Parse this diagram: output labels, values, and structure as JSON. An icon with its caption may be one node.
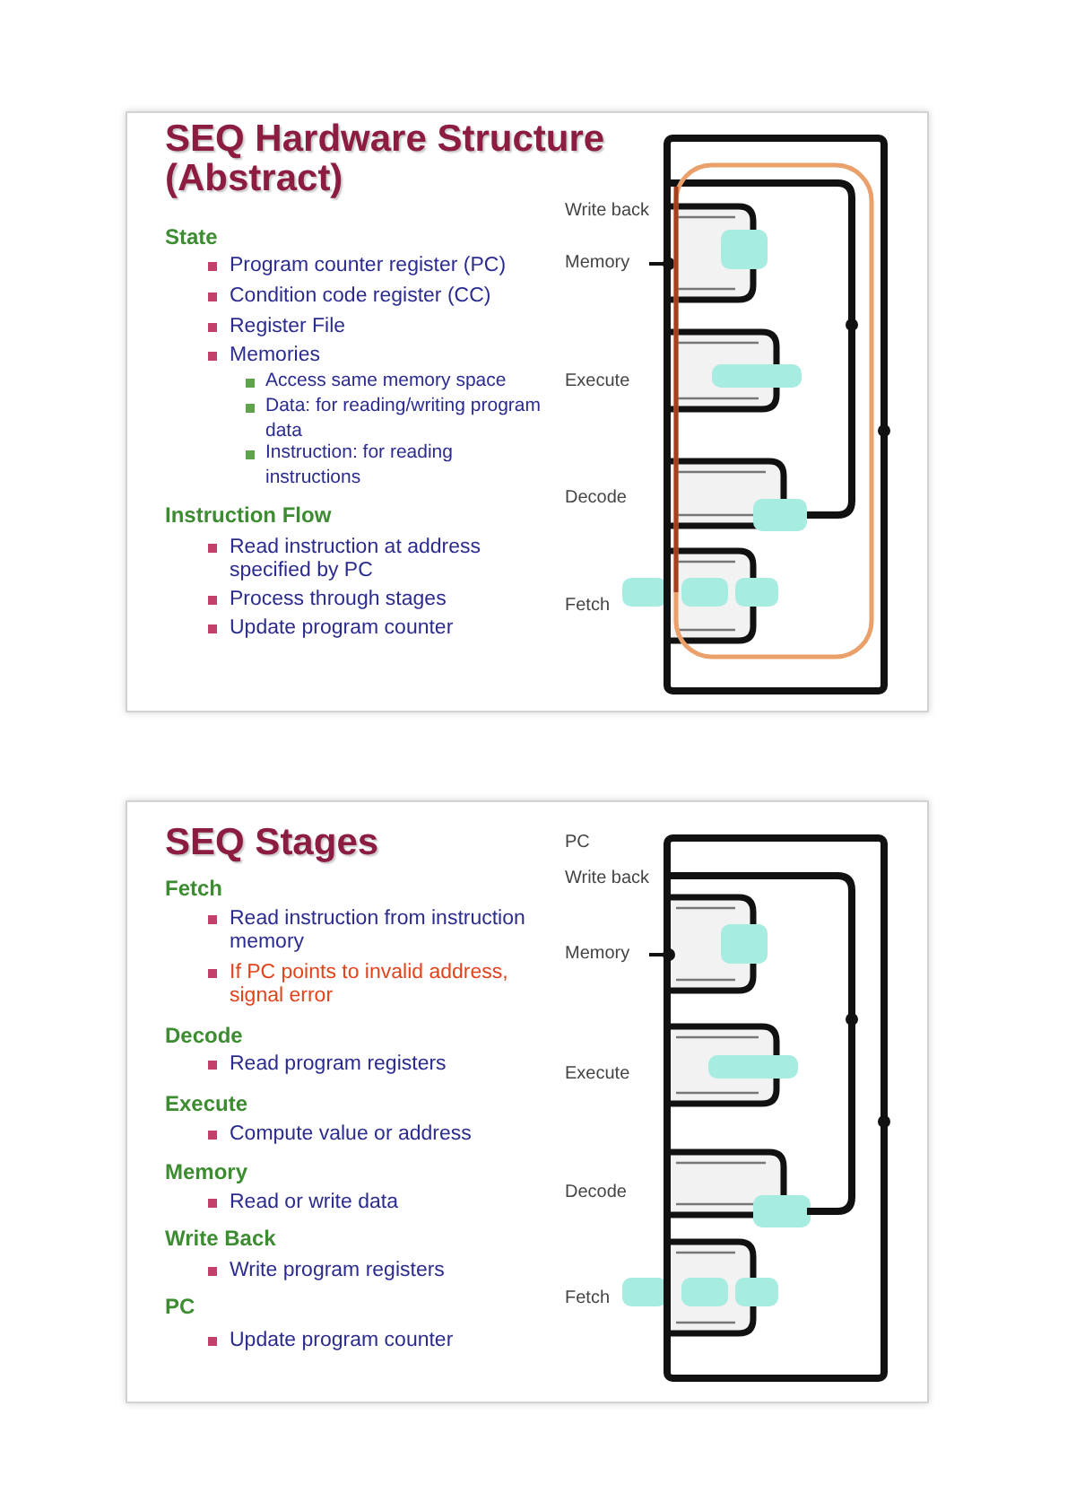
{
  "diagram": {
    "nodes": [
      {
        "text": [
          "SEQ Hardware Structure (Abstract)",
          "State",
          "Program counter register (PC)",
          "Condition code register (CC)",
          "Register File",
          "Memories",
          "Access same memory space",
          "Data: for reading/writing program data",
          "Instruction: for reading instructions",
          "Instruction Flow",
          "Read instruction at address specified by PC",
          "Process through stages",
          "Update program counter",
          "Write back",
          "Memory",
          "Execute",
          "Decode",
          "Fetch"
        ]
      },
      {
        "text": [
          "SEQ Stages",
          "Fetch",
          "Read instruction from instruction memory",
          "If PC points to invalid address, signal error",
          "Decode",
          "Read program registers",
          "Execute",
          "Compute value or address",
          "Memory",
          "Read or write data",
          "Write Back",
          "Write program registers",
          "PC",
          "Update program counter",
          "PC",
          "Write back",
          "Memory",
          "Execute",
          "Decode",
          "Fetch"
        ]
      }
    ]
  }
}
